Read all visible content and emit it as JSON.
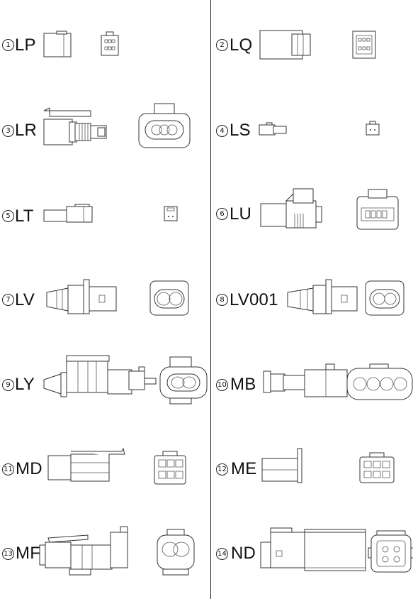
{
  "connectors": [
    {
      "number": "1",
      "code": "LP",
      "name": "connector-lp"
    },
    {
      "number": "2",
      "code": "LQ",
      "name": "connector-lq"
    },
    {
      "number": "3",
      "code": "LR",
      "name": "connector-lr"
    },
    {
      "number": "4",
      "code": "LS",
      "name": "connector-ls"
    },
    {
      "number": "5",
      "code": "LT",
      "name": "connector-lt"
    },
    {
      "number": "6",
      "code": "LU",
      "name": "connector-lu"
    },
    {
      "number": "7",
      "code": "LV",
      "name": "connector-lv"
    },
    {
      "number": "8",
      "code": "LV001",
      "name": "connector-lv001"
    },
    {
      "number": "9",
      "code": "LY",
      "name": "connector-ly"
    },
    {
      "number": "10",
      "code": "MB",
      "name": "connector-mb"
    },
    {
      "number": "11",
      "code": "MD",
      "name": "connector-md"
    },
    {
      "number": "12",
      "code": "ME",
      "name": "connector-me"
    },
    {
      "number": "13",
      "code": "MF",
      "name": "connector-mf"
    },
    {
      "number": "14",
      "code": "ND",
      "name": "connector-nd"
    }
  ]
}
